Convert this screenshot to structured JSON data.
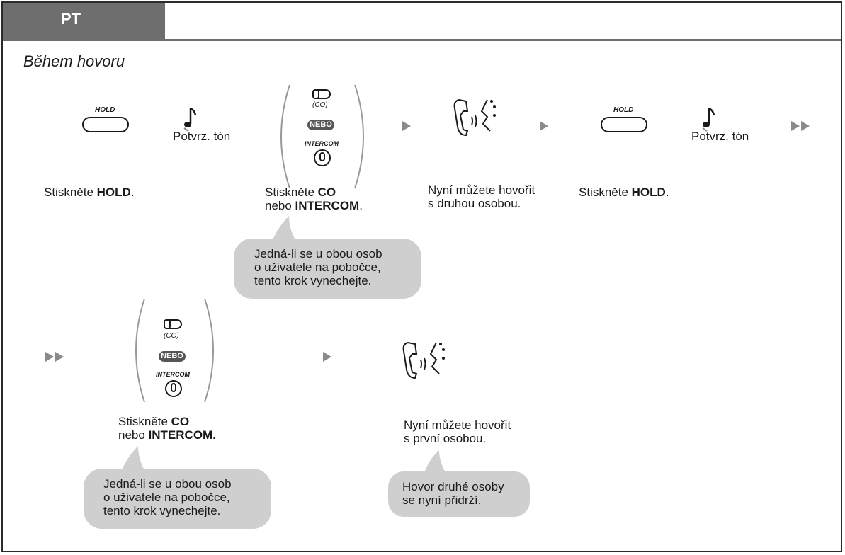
{
  "tab_label": "PT",
  "subtitle": "Během hovoru",
  "hold_icon_label": "HOLD",
  "co_icon_label": "(CO)",
  "or_badge": "NEBO",
  "intercom_icon_label": "INTERCOM",
  "confirm_tone": "Potvrz. tón",
  "steps": {
    "press_hold_1": {
      "prefix": "Stiskněte ",
      "bold": "HOLD",
      "suffix": "."
    },
    "press_co_1": {
      "line1_prefix": "Stiskněte ",
      "line1_bold": "CO",
      "line2_prefix": "nebo ",
      "line2_bold": "INTERCOM",
      "line2_suffix": "."
    },
    "talk_second": {
      "line1": "Nyní můžete hovořit",
      "line2": "s druhou osobou."
    },
    "press_hold_2": {
      "prefix": "Stiskněte ",
      "bold": "HOLD",
      "suffix": "."
    },
    "press_co_2": {
      "line1_prefix": "Stiskněte ",
      "line1_bold": "CO",
      "line2_prefix": "nebo ",
      "line2_bold": "INTERCOM."
    },
    "talk_first": {
      "line1": "Nyní můžete hovořit",
      "line2": "s první osobou."
    }
  },
  "notes": {
    "skip_note_1": {
      "line1": "Jedná-li se u obou osob",
      "line2": "o uživatele na pobočce,",
      "line3": "tento krok vynechejte."
    },
    "skip_note_2": {
      "line1": "Jedná-li se u obou osob",
      "line2": "o uživatele na pobočce,",
      "line3": "tento krok vynechejte."
    },
    "hold_note": {
      "line1": "Hovor druhé osoby",
      "line2": "se nyní přidrží."
    }
  },
  "colors": {
    "tab": "#6e6e6e",
    "bubble": "#cfcfcf",
    "arrow": "#8a8a8a"
  }
}
